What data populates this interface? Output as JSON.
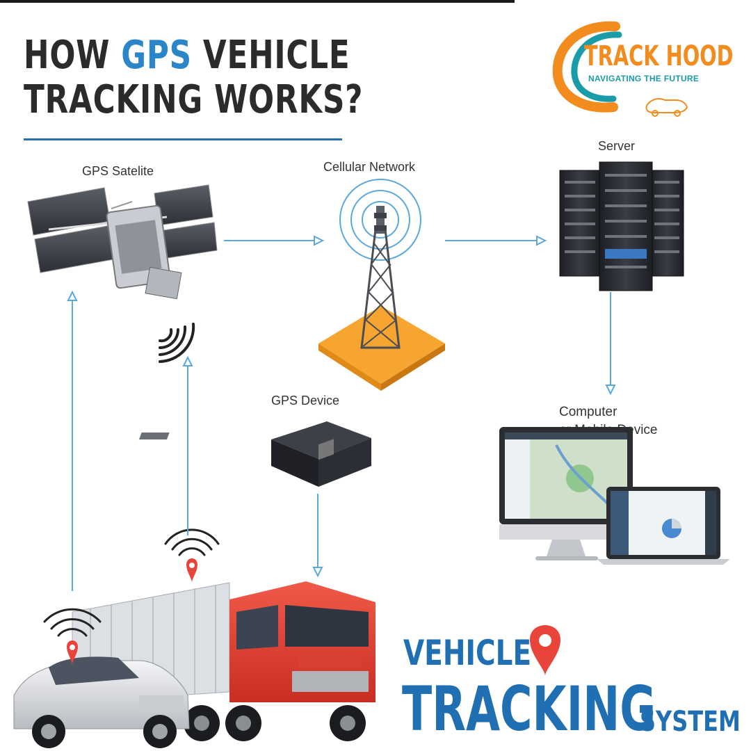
{
  "headline": {
    "prefix": "HOW",
    "accent": "GPS",
    "suffix_line1": "VEHICLE",
    "line2": "TRACKING  WORKS?"
  },
  "brand": {
    "name": "TRACK HOOD",
    "tagline": "NAVIGATING THE FUTURE"
  },
  "nodes": {
    "satellite": "GPS Satelite",
    "cellular": "Cellular Network",
    "server": "Server",
    "device": "GPS Device",
    "computer_line1": "Computer",
    "computer_line2": "or Mobile Device"
  },
  "footer": {
    "line1": "VEHICLE",
    "line2": "TRACKING",
    "line3": "SYSTEM"
  },
  "colors": {
    "accent_blue": "#2a86c9",
    "arrow_blue": "#5aa8dc",
    "brand_orange": "#f28c1e",
    "brand_teal": "#1a9ca8",
    "pin_red": "#e8443a",
    "tower_base_orange": "#f7a531"
  }
}
